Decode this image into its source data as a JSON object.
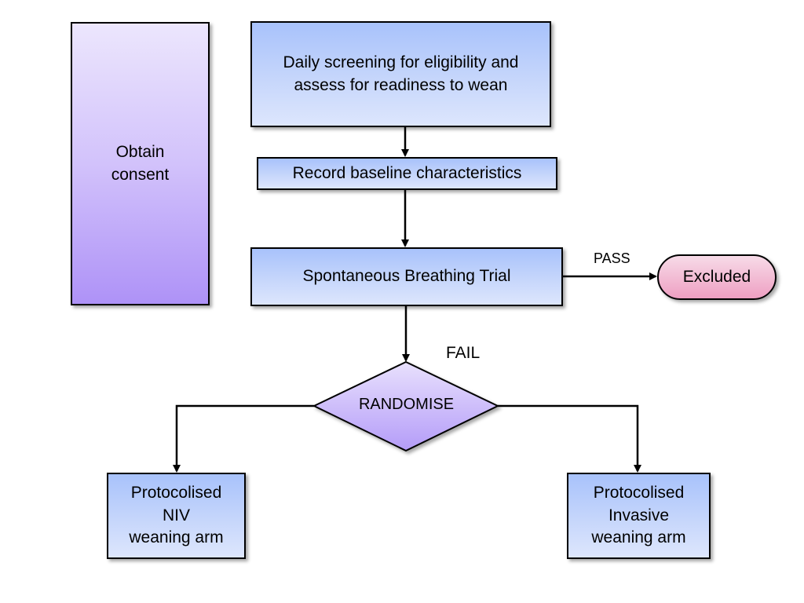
{
  "diagram": {
    "consent": "Obtain\nconsent",
    "screening": "Daily screening for eligibility and\nassess for readiness to wean",
    "baseline": "Record baseline characteristics",
    "sbt": "Spontaneous Breathing Trial",
    "excluded": "Excluded",
    "pass_label": "PASS",
    "fail_label": "FAIL",
    "randomise": "RANDOMISE",
    "niv_arm": "Protocolised\nNIV\nweaning arm",
    "invasive_arm": "Protocolised\nInvasive\nweaning arm"
  },
  "colors": {
    "process_box": "#c6d6fb",
    "consent_box": "#c4b0fa",
    "decision": "#c6b4fa",
    "terminal": "#f0aacb",
    "outline": "#000000"
  }
}
